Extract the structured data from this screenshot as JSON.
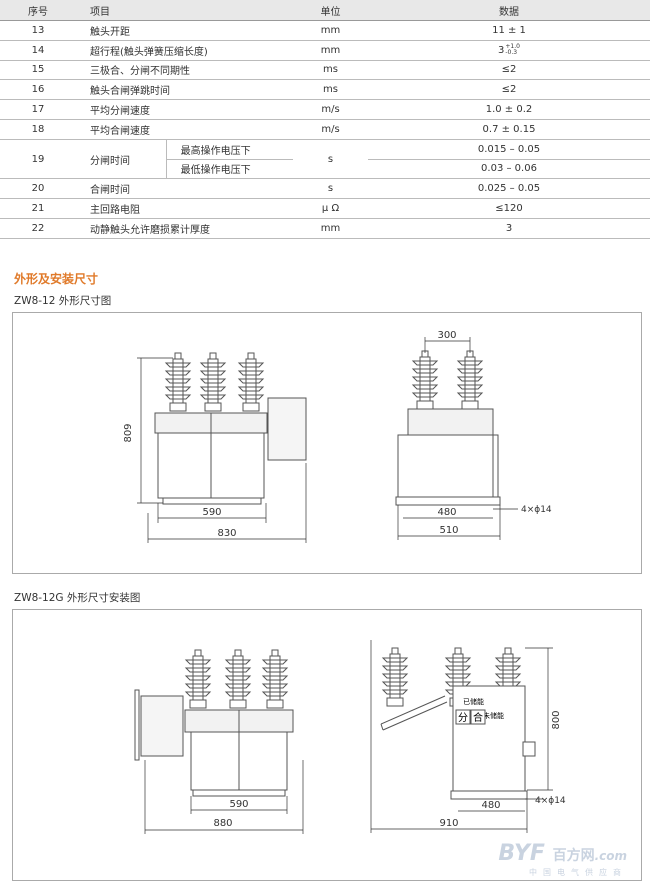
{
  "table": {
    "headers": {
      "no": "序号",
      "item": "项目",
      "unit": "单位",
      "data": "数据"
    },
    "rows": [
      {
        "no": "13",
        "item": "触头开距",
        "unit": "mm",
        "data": "11 ± 1"
      },
      {
        "no": "14",
        "item": "超行程(触头弹簧压缩长度)",
        "unit": "mm",
        "data": "3",
        "sup": "+1.0",
        "sub": "-0.3"
      },
      {
        "no": "15",
        "item": "三极合、分闸不同期性",
        "unit": "ms",
        "data": "≤2"
      },
      {
        "no": "16",
        "item": "触头合闸弹跳时间",
        "unit": "ms",
        "data": "≤2"
      },
      {
        "no": "17",
        "item": "平均分闸速度",
        "unit": "m/s",
        "data": "1.0 ± 0.2"
      },
      {
        "no": "18",
        "item": "平均合闸速度",
        "unit": "m/s",
        "data": "0.7 ± 0.15"
      },
      {
        "no": "19",
        "item": "分闸时间",
        "unit": "s",
        "sub_a": "最高操作电压下",
        "data_a": "0.015 – 0.05",
        "sub_b": "最低操作电压下",
        "data_b": "0.03 – 0.06"
      },
      {
        "no": "20",
        "item": "合闸时间",
        "unit": "s",
        "data": "0.025 – 0.05"
      },
      {
        "no": "21",
        "item": "主回路电阻",
        "unit": "μ Ω",
        "data": "≤120"
      },
      {
        "no": "22",
        "item": "动静触头允许磨损累计厚度",
        "unit": "mm",
        "data": "3"
      }
    ]
  },
  "section_title": "外形及安装尺寸",
  "figure1": {
    "title": "ZW8-12 外形尺寸图",
    "dims": {
      "height": "809",
      "inner_width": "590",
      "total_width": "830",
      "side_top": "300",
      "side_inner": "480",
      "side_total": "510",
      "holes": "4×ϕ14"
    }
  },
  "figure2": {
    "title": "ZW8-12G 外形尺寸安装图",
    "dims": {
      "inner_width": "590",
      "total_width": "880",
      "height": "800",
      "side_inner": "480",
      "side_total": "910",
      "holes": "4×ϕ14"
    },
    "labels": {
      "open": "分",
      "close": "合",
      "stored": "已储能",
      "not_stored": "未储能"
    }
  },
  "watermark": {
    "logo": "BYF",
    "cn": "百方网",
    "url": ".com",
    "sub": "中国电气供应商"
  }
}
